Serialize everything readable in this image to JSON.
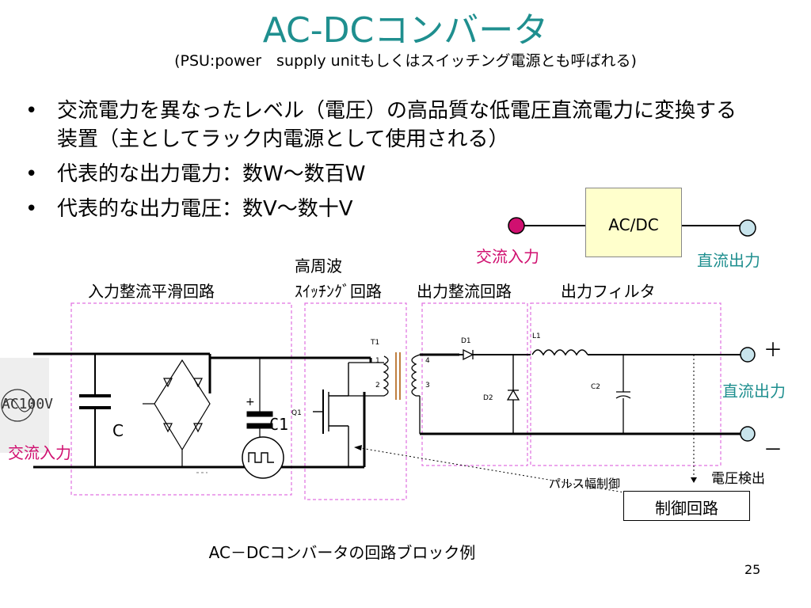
{
  "title": "AC-DCコンバータ",
  "subtitle": "(PSU:power　supply unitもしくはスイッチング電源とも呼ばれる)",
  "bullets": [
    "交流電力を異なったレベル（電圧）の高品質な低電圧直流電力に変換する装置（主としてラック内電源として使用される）",
    "代表的な出力電力：数W～数百W",
    "代表的な出力電圧：数V～数十V"
  ],
  "block_diagram": {
    "box_label": "AC/DC",
    "input_label": "交流入力",
    "output_label": "直流出力"
  },
  "sections": {
    "input_rectifier": "入力整流平滑回路",
    "hf_switching_line1": "高周波",
    "hf_switching_line2": "ｽｲｯﾁﾝｸﾞ回路",
    "output_rectifier": "出力整流回路",
    "output_filter": "出力フィルタ"
  },
  "circuit_labels": {
    "ac_source": "AC100V",
    "ac_input": "交流入力",
    "capacitor_c": "C",
    "c1": "C1",
    "q1": "Q1",
    "t1": "T1",
    "pin1": "1",
    "pin2": "2",
    "pin3": "3",
    "pin4": "4",
    "d1": "D1",
    "d2": "D2",
    "l1": "L1",
    "c2": "C2",
    "plus": "＋",
    "minus": "－",
    "dc_output": "直流出力",
    "voltage_detect": "電圧検出",
    "pulse_width_control": "パルス幅制御",
    "control_circuit": "制御回路"
  },
  "caption": "AC－DCコンバータの回路ブロック例",
  "page_number": "25",
  "colors": {
    "title": "#1f8f8f",
    "magenta": "#d01070",
    "teal": "#1f8f8f",
    "dashed_box": "#e070e0",
    "box_fill": "#ffffcc",
    "terminal_fill": "#c8e4ec"
  }
}
